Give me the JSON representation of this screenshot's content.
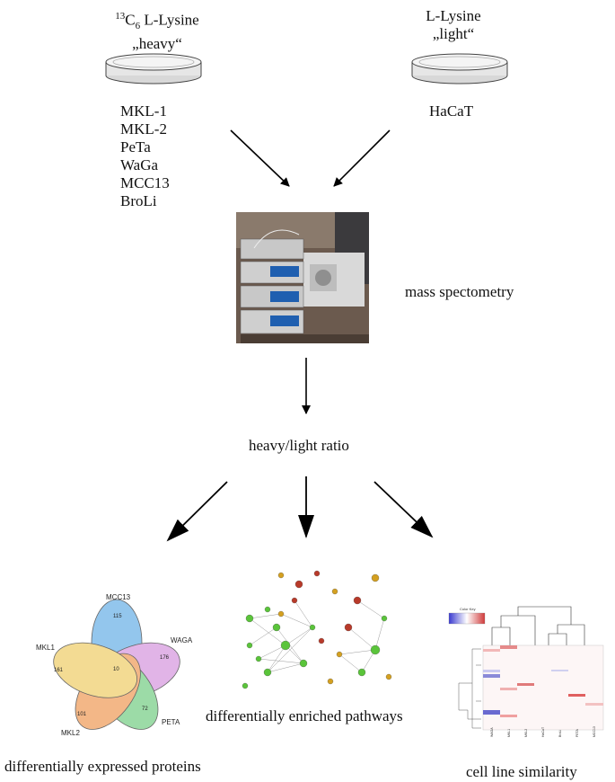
{
  "heavy_label": {
    "superscript": "13",
    "c": "C",
    "subscript": "6",
    "rest": " L-Lysine",
    "quote": "„heavy“"
  },
  "light_label": {
    "line1": "L-Lysine",
    "quote": "„light“"
  },
  "heavy_cell_lines": [
    "MKL-1",
    "MKL-2",
    "PeTa",
    "WaGa",
    "MCC13",
    "BroLi"
  ],
  "light_cell_lines": [
    "HaCaT"
  ],
  "step_ms": "mass spectometry",
  "step_ratio": "heavy/light ratio",
  "outputs": {
    "venn_caption": "differentially expressed proteins",
    "network_caption": "differentially enriched pathways",
    "heatmap_caption": "cell line similarity"
  },
  "venn": {
    "sets": [
      {
        "name": "MCC13",
        "unique": "115",
        "color": "#6fb3e8"
      },
      {
        "name": "WAGA",
        "unique": "176",
        "color": "#d79be0"
      },
      {
        "name": "PETA",
        "unique": "72",
        "color": "#7cd08a"
      },
      {
        "name": "MKL2",
        "unique": "101",
        "color": "#f0a060"
      },
      {
        "name": "MKL1",
        "unique": "161",
        "color": "#f0d070"
      }
    ],
    "core": "10"
  },
  "heatmap": {
    "key_label": "Color Key",
    "columns": [
      "WAGA",
      "MKL1",
      "MKL2",
      "HaCaT",
      "BroLi",
      "PETA",
      "MCC13"
    ]
  }
}
